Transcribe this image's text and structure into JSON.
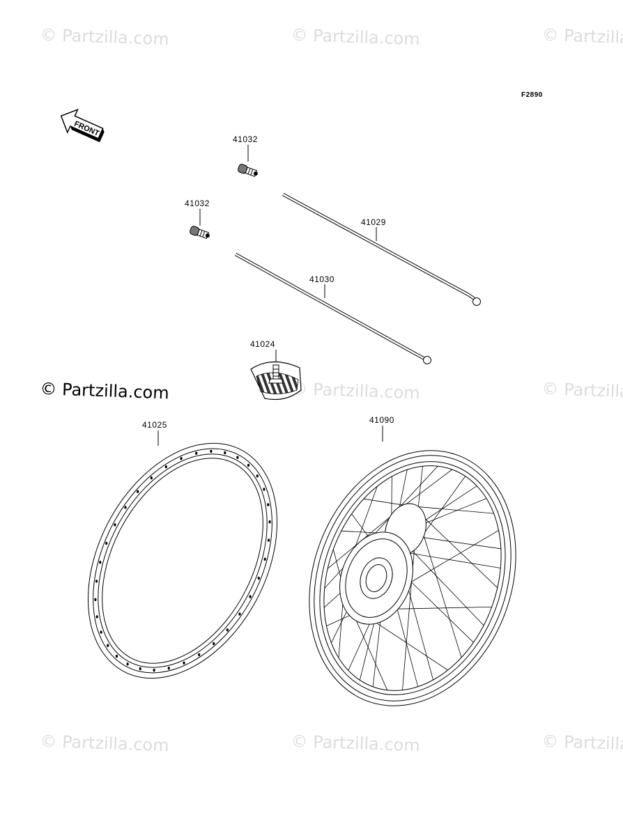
{
  "figure_code": "F2890",
  "front_label": "FRONT",
  "watermark": "© Partzilla.com",
  "parts": {
    "valve_upper": "41032",
    "valve_lower": "41032",
    "spoke_outer": "41029",
    "spoke_inner": "41030",
    "rim_band": "41024",
    "rim": "41025",
    "wheel_assembly": "41090"
  }
}
